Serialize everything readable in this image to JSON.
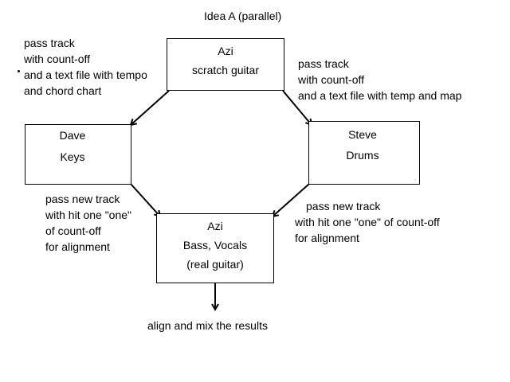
{
  "title": "Idea A (parallel)",
  "nodes": {
    "azi_top": {
      "line1": "Azi",
      "line2": "scratch guitar"
    },
    "dave": {
      "line1": "Dave",
      "line2": "Keys"
    },
    "steve": {
      "line1": "Steve",
      "line2": "Drums"
    },
    "azi_bottom": {
      "line1": "Azi",
      "line2": "Bass, Vocals",
      "line3": "(real guitar)"
    }
  },
  "labels": {
    "top_left": [
      "pass track",
      "with count-off",
      "and a text file with tempo",
      "and chord chart"
    ],
    "top_right": [
      "pass track",
      "with count-off",
      "and a text file with temp and map"
    ],
    "bottom_left": [
      "pass new track",
      "with hit one \"one\"",
      "of count-off",
      "for alignment"
    ],
    "bottom_right": [
      "pass new track",
      "with hit one \"one\" of count-off",
      "for alignment"
    ],
    "final": "align and mix the results"
  },
  "colors": {
    "ink": "#000000",
    "background": "#ffffff"
  }
}
